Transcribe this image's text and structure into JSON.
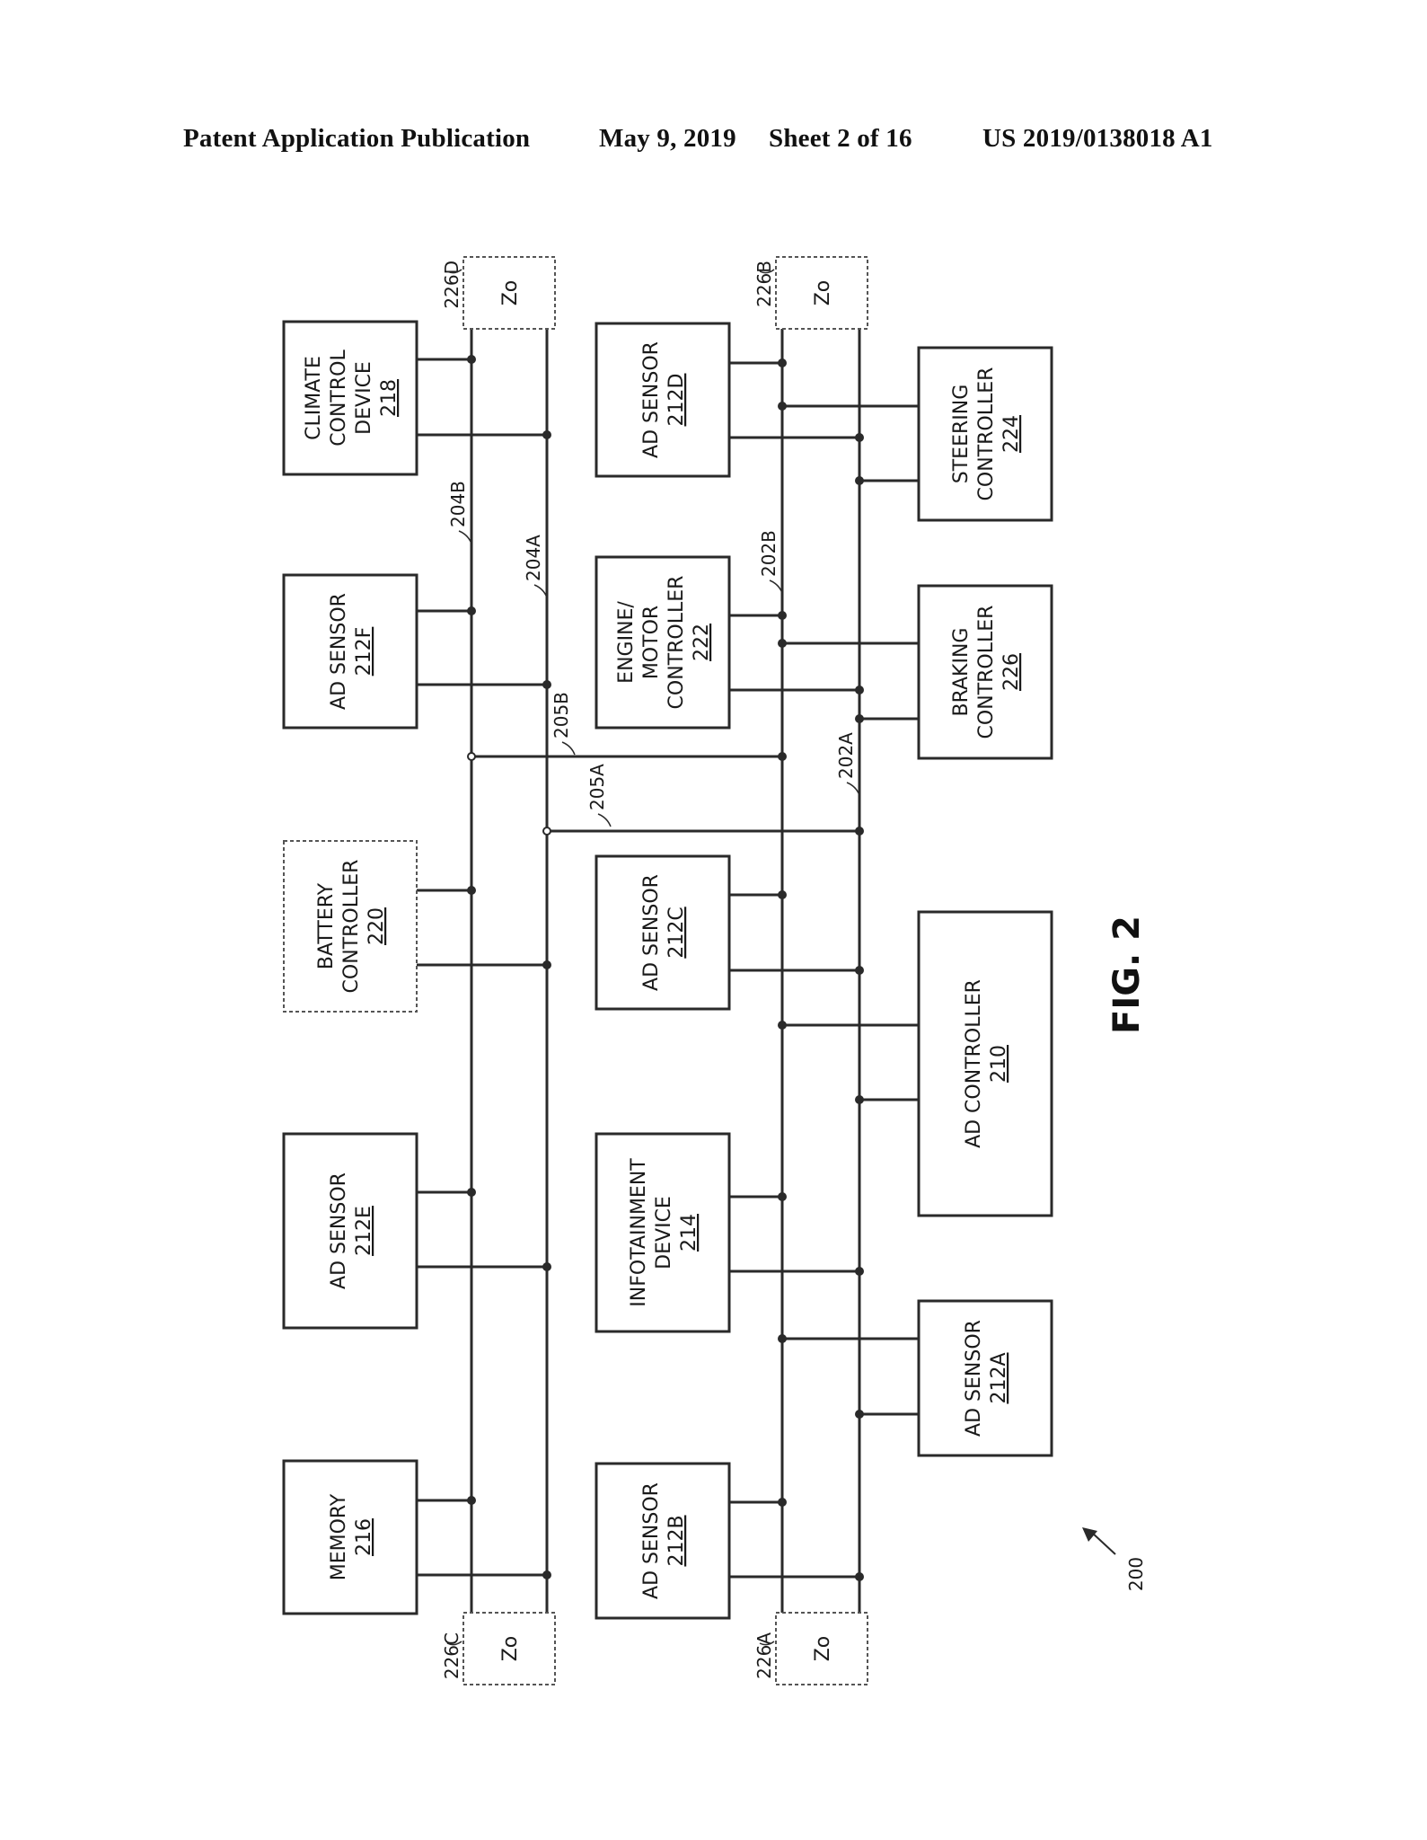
{
  "header": {
    "publication": "Patent Application Publication",
    "date": "May 9, 2019",
    "sheet": "Sheet 2 of 16",
    "number": "US 2019/0138018 A1"
  },
  "figure": {
    "label": "FIG. 2",
    "reference": "200",
    "reference_icon": "arrow-up-left-icon"
  },
  "buses": [
    {
      "id": "204B",
      "label": "204B"
    },
    {
      "id": "204A",
      "label": "204A"
    },
    {
      "id": "202B",
      "label": "202B"
    },
    {
      "id": "202A",
      "label": "202A"
    },
    {
      "id": "205B",
      "label": "205B"
    },
    {
      "id": "205A",
      "label": "205A"
    }
  ],
  "zones": [
    {
      "id": "226D",
      "label": "Zo",
      "ref": "226D"
    },
    {
      "id": "226B",
      "label": "Zo",
      "ref": "226B"
    },
    {
      "id": "226C",
      "label": "Zo",
      "ref": "226C"
    },
    {
      "id": "226A",
      "label": "Zo",
      "ref": "226A"
    }
  ],
  "components": [
    {
      "id": "218",
      "lines": [
        "CLIMATE",
        "CONTROL",
        "DEVICE"
      ],
      "ref": "218",
      "dashed": false
    },
    {
      "id": "212F",
      "lines": [
        "AD SENSOR"
      ],
      "ref": "212F",
      "dashed": false
    },
    {
      "id": "220",
      "lines": [
        "BATTERY",
        "CONTROLLER"
      ],
      "ref": "220",
      "dashed": true
    },
    {
      "id": "212E",
      "lines": [
        "AD SENSOR"
      ],
      "ref": "212E",
      "dashed": false
    },
    {
      "id": "216",
      "lines": [
        "MEMORY"
      ],
      "ref": "216",
      "dashed": false
    },
    {
      "id": "212D",
      "lines": [
        "AD SENSOR"
      ],
      "ref": "212D",
      "dashed": false
    },
    {
      "id": "222",
      "lines": [
        "ENGINE/",
        "MOTOR",
        "CONTROLLER"
      ],
      "ref": "222",
      "dashed": false
    },
    {
      "id": "212C",
      "lines": [
        "AD SENSOR"
      ],
      "ref": "212C",
      "dashed": false
    },
    {
      "id": "214",
      "lines": [
        "INFOTAINMENT",
        "DEVICE"
      ],
      "ref": "214",
      "dashed": false
    },
    {
      "id": "212B",
      "lines": [
        "AD SENSOR"
      ],
      "ref": "212B",
      "dashed": false
    },
    {
      "id": "224",
      "lines": [
        "STEERING",
        "CONTROLLER"
      ],
      "ref": "224",
      "dashed": false
    },
    {
      "id": "226",
      "lines": [
        "BRAKING",
        "CONTROLLER"
      ],
      "ref": "226",
      "dashed": false
    },
    {
      "id": "210",
      "lines": [
        "AD CONTROLLER"
      ],
      "ref": "210",
      "dashed": false
    },
    {
      "id": "212A",
      "lines": [
        "AD SENSOR"
      ],
      "ref": "212A",
      "dashed": false
    }
  ]
}
